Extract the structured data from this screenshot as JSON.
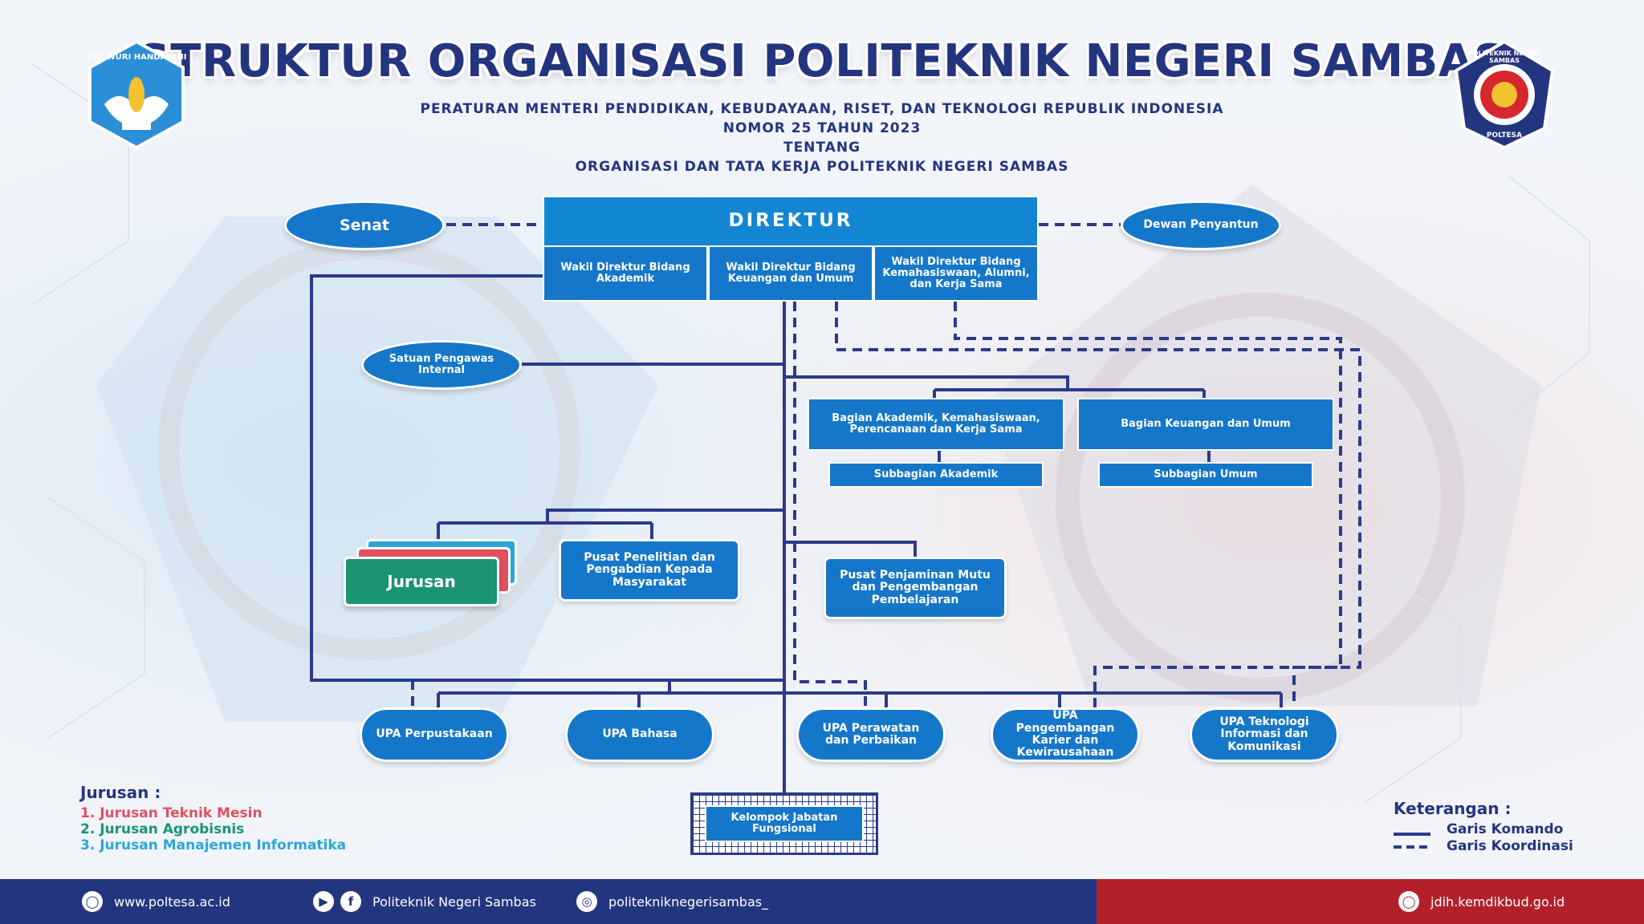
{
  "header": {
    "title": "STRUKTUR ORGANISASI POLITEKNIK NEGERI SAMBAS",
    "regulation_line1": "PERATURAN MENTERI PENDIDIKAN, KEBUDAYAAN, RISET, DAN TEKNOLOGI REPUBLIK INDONESIA",
    "regulation_line2": "NOMOR 25 TAHUN 2023",
    "regulation_line3": "TENTANG",
    "regulation_line4": "ORGANISASI DAN TATA KERJA POLITEKNIK NEGERI SAMBAS"
  },
  "logos": {
    "left_text": "TUT WURI HANDAYANI",
    "right_text": "POLITEKNIK NEGERI SAMBAS",
    "right_caption": "POLTESA"
  },
  "nodes": {
    "senat": "Senat",
    "direktur": "DIREKTUR",
    "dewan": "Dewan Penyantun",
    "wadir1": "Wakil Direktur Bidang Akademik",
    "wadir2": "Wakil Direktur Bidang Keuangan dan Umum",
    "wadir3": "Wakil Direktur Bidang Kemahasiswaan, Alumni, dan Kerja Sama",
    "spi": "Satuan Pengawas Internal",
    "bagian_akademik": "Bagian Akademik, Kemahasiswaan, Perencanaan dan Kerja Sama",
    "bagian_keuangan": "Bagian Keuangan dan Umum",
    "subbag_akademik": "Subbagian Akademik",
    "subbag_umum": "Subbagian Umum",
    "jurusan": "Jurusan",
    "p3m": "Pusat Penelitian dan Pengabdian Kepada Masyarakat",
    "p2mpp": "Pusat Penjaminan Mutu dan Pengembangan Pembelajaran",
    "upa_perpustakaan": "UPA Perpustakaan",
    "upa_bahasa": "UPA Bahasa",
    "upa_perawatan": "UPA Perawatan dan Perbaikan",
    "upa_karier": "UPA Pengembangan Karier dan Kewirausahaan",
    "upa_tik": "UPA Teknologi Informasi dan Komunikasi",
    "kjf": "Kelompok Jabatan Fungsional"
  },
  "jurusan_legend": {
    "title": "Jurusan :",
    "items": [
      {
        "text": "1. Jurusan Teknik Mesin",
        "color": "#e0505f"
      },
      {
        "text": "2. Jurusan Agrobisnis",
        "color": "#1a9474"
      },
      {
        "text": "3. Jurusan Manajemen Informatika",
        "color": "#2aa7d8"
      }
    ]
  },
  "keterangan": {
    "title": "Keterangan :",
    "komando": "Garis Komando",
    "koordinasi": "Garis Koordinasi"
  },
  "footer": {
    "website": "www.poltesa.ac.id",
    "social": "Politeknik Negeri Sambas",
    "instagram": "politekniknegerisambas_",
    "jdih": "jdih.kemdikbud.go.id"
  },
  "colors": {
    "navy": "#24357f",
    "blue": "#1577c9",
    "green": "#1a9474",
    "red": "#b3202a"
  }
}
